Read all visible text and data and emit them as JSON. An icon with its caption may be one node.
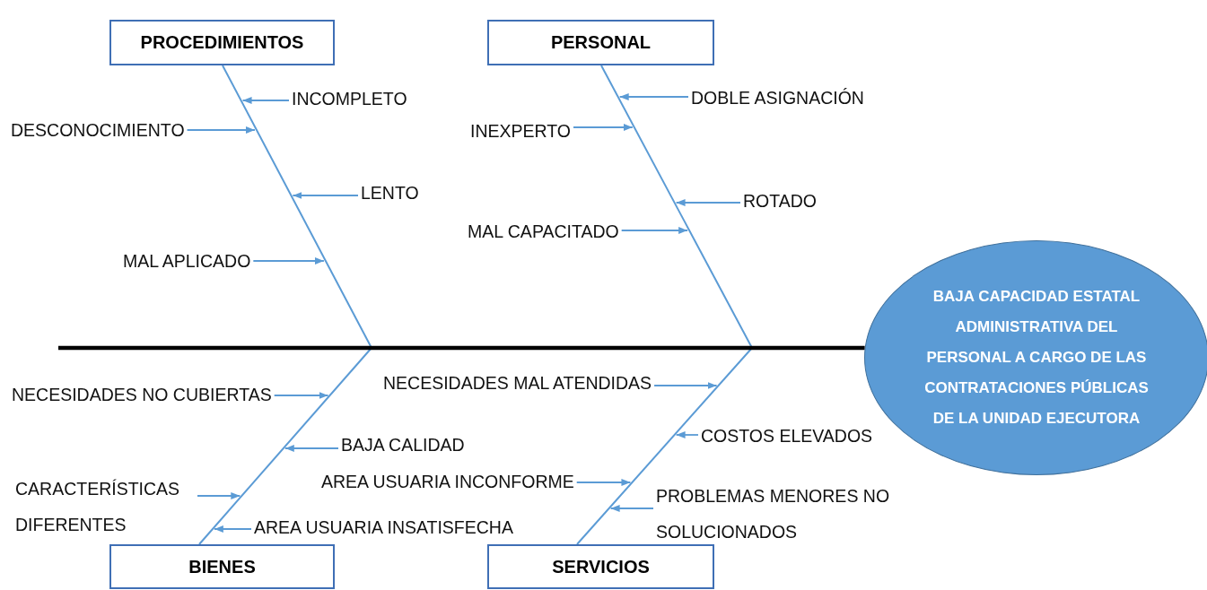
{
  "diagram": {
    "nodes": [
      {
        "text": [
          "PROCEDIMIENTOS"
        ]
      },
      {
        "text": [
          "PERSONAL"
        ]
      },
      {
        "text": [
          "INCOMPLETO"
        ]
      },
      {
        "text": [
          "DESCONOCIMIENTO"
        ]
      },
      {
        "text": [
          "LENTO"
        ]
      },
      {
        "text": [
          "MAL APLICADO"
        ]
      },
      {
        "text": [
          "DOBLE ASIGNACIÓN"
        ]
      },
      {
        "text": [
          "INEXPERTO"
        ]
      },
      {
        "text": [
          "ROTADO"
        ]
      },
      {
        "text": [
          "MAL CAPACITADO"
        ]
      },
      {
        "text": [
          "BAJA CAPACIDAD ESTATAL ADMINISTRATIVA DEL PERSONAL A CARGO DE LAS CONTRATACIONES PÚBLICAS DE LA UNIDAD EJECUTORA"
        ]
      },
      {
        "text": [
          "NECESIDADES NO CUBIERTAS"
        ]
      },
      {
        "text": [
          "NECESIDADES MAL ATENDIDAS"
        ]
      },
      {
        "text": [
          "BAJA CALIDAD"
        ]
      },
      {
        "text": [
          "COSTOS ELEVADOS"
        ]
      },
      {
        "text": [
          "AREA USUARIA INCONFORME"
        ]
      },
      {
        "text": [
          "CARACTERÍSTICAS DIFERENTES"
        ]
      },
      {
        "text": [
          "PROBLEMAS MENORES NO SOLUCIONADOS"
        ]
      },
      {
        "text": [
          "AREA USUARIA INSATISFECHA"
        ]
      },
      {
        "text": [
          "BIENES"
        ]
      },
      {
        "text": [
          "SERVICIOS"
        ]
      },
      {
        "text": [],
        "shape": "line"
      },
      {
        "text": [],
        "shape": "line"
      },
      {
        "text": [],
        "shape": "line"
      },
      {
        "text": [],
        "shape": "line"
      }
    ],
    "edges": [
      {
        "from": null,
        "to": 10,
        "arrow": "none",
        "style": "thick",
        "color": "#000000"
      },
      {
        "from": 2,
        "to": 21,
        "arrow": "to"
      },
      {
        "from": 3,
        "to": 21,
        "arrow": "to"
      },
      {
        "from": 4,
        "to": 21,
        "arrow": "to"
      },
      {
        "from": 5,
        "to": 21,
        "arrow": "to"
      },
      {
        "from": 6,
        "to": 22,
        "arrow": "to"
      },
      {
        "from": 7,
        "to": 22,
        "arrow": "to"
      },
      {
        "from": 8,
        "to": 22,
        "arrow": "to"
      },
      {
        "from": 9,
        "to": 22,
        "arrow": "to"
      },
      {
        "from": 11,
        "to": 23,
        "arrow": "to"
      },
      {
        "from": 12,
        "to": 24,
        "arrow": "to"
      },
      {
        "from": 13,
        "to": 23,
        "arrow": "to"
      },
      {
        "from": 14,
        "to": 24,
        "arrow": "to"
      },
      {
        "from": 15,
        "to": 24,
        "arrow": "to"
      },
      {
        "from": 16,
        "to": 23,
        "arrow": "to"
      },
      {
        "from": 17,
        "to": 24,
        "arrow": "to"
      },
      {
        "from": 18,
        "to": 23,
        "arrow": "to"
      }
    ]
  }
}
